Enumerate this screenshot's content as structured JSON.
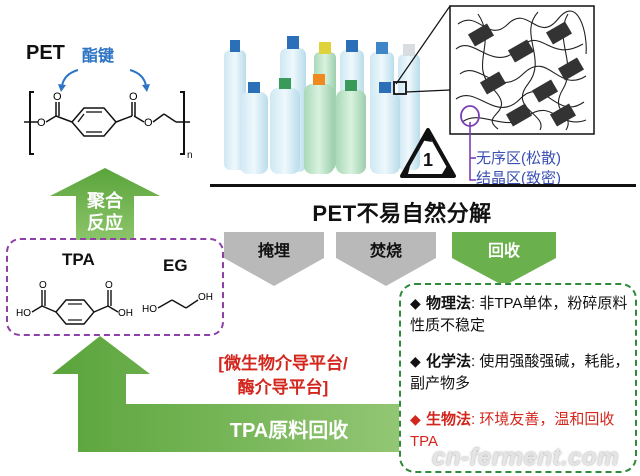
{
  "pet_structure": {
    "title": "PET",
    "ester_bond_label": "酯键",
    "subscript": "n"
  },
  "arrows": {
    "polymerization": "聚合\n反应",
    "polymerization_line1": "聚合",
    "polymerization_line2": "反应",
    "tpa_recycle": "TPA原料回收"
  },
  "monomers": {
    "tpa": "TPA",
    "eg": "EG",
    "ho": "HO",
    "oh": "OH"
  },
  "caption": "PET不易自然分解",
  "processes": [
    "掩埋",
    "焚烧",
    "回收"
  ],
  "recycle_symbol_number": "1",
  "microstructure": {
    "amorphous": "无序区(松散)",
    "crystalline": "结晶区(致密)"
  },
  "platform": {
    "line1": "[微生物介导平台/",
    "line2": "酶介导平台]"
  },
  "methods": [
    {
      "bullet": "◆",
      "name": "物理法",
      "text": ": 非TPA单体，粉碎原料性质不稳定"
    },
    {
      "bullet": "◆",
      "name": "化学法",
      "text": ": 使用强酸强碱，耗能，副产物多"
    },
    {
      "bullet": "◆",
      "name": "生物法",
      "text": ": 环境友善，温和回收TPA"
    }
  ],
  "watermark": "cn-ferment.com",
  "colors": {
    "green_arrow": "#6ab04c",
    "purple_dash": "#8e3fa8",
    "green_dash": "#2e8b3a",
    "red_text": "#d3261d",
    "blue_text": "#2d74c4",
    "process_tab_gray": "#b9b9b9",
    "process_tab_green": "#6ab04c"
  }
}
